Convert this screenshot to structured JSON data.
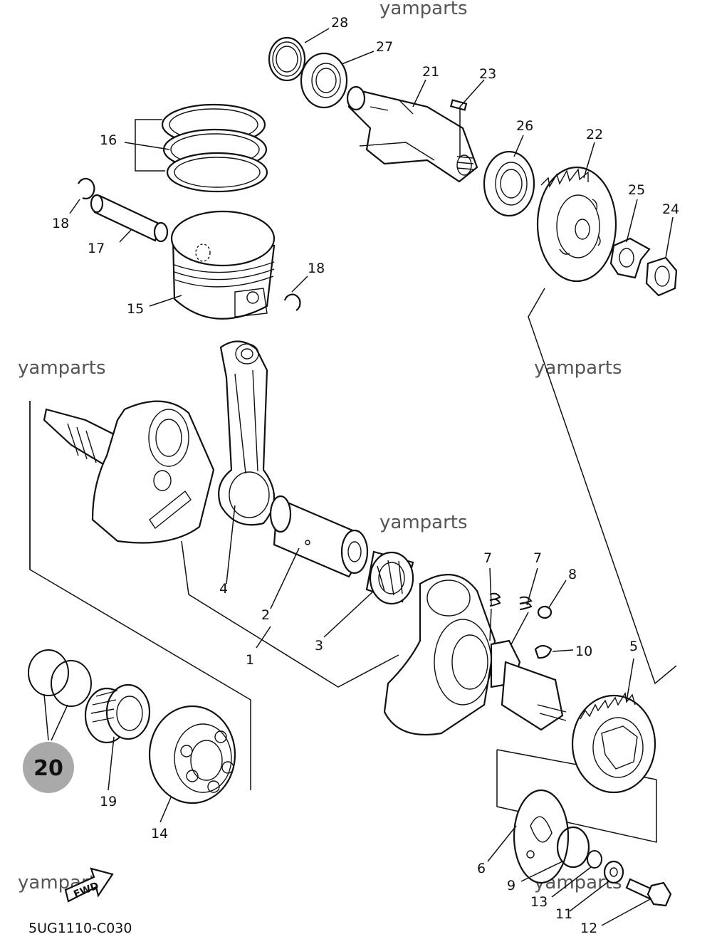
{
  "watermark": "yamparts",
  "catalog_code": "5UG1110-C030",
  "badge": "20",
  "fwd_label": "FWD",
  "callouts": {
    "c1": "1",
    "c2": "2",
    "c3": "3",
    "c4": "4",
    "c5": "5",
    "c6": "6",
    "c7a": "7",
    "c7b": "7",
    "c8": "8",
    "c9": "9",
    "c10": "10",
    "c11": "11",
    "c12": "12",
    "c13": "13",
    "c14": "14",
    "c15": "15",
    "c16": "16",
    "c17": "17",
    "c18a": "18",
    "c18b": "18",
    "c19": "19",
    "c21": "21",
    "c22": "22",
    "c23": "23",
    "c24": "24",
    "c25": "25",
    "c26": "26",
    "c27": "27",
    "c28": "28"
  }
}
